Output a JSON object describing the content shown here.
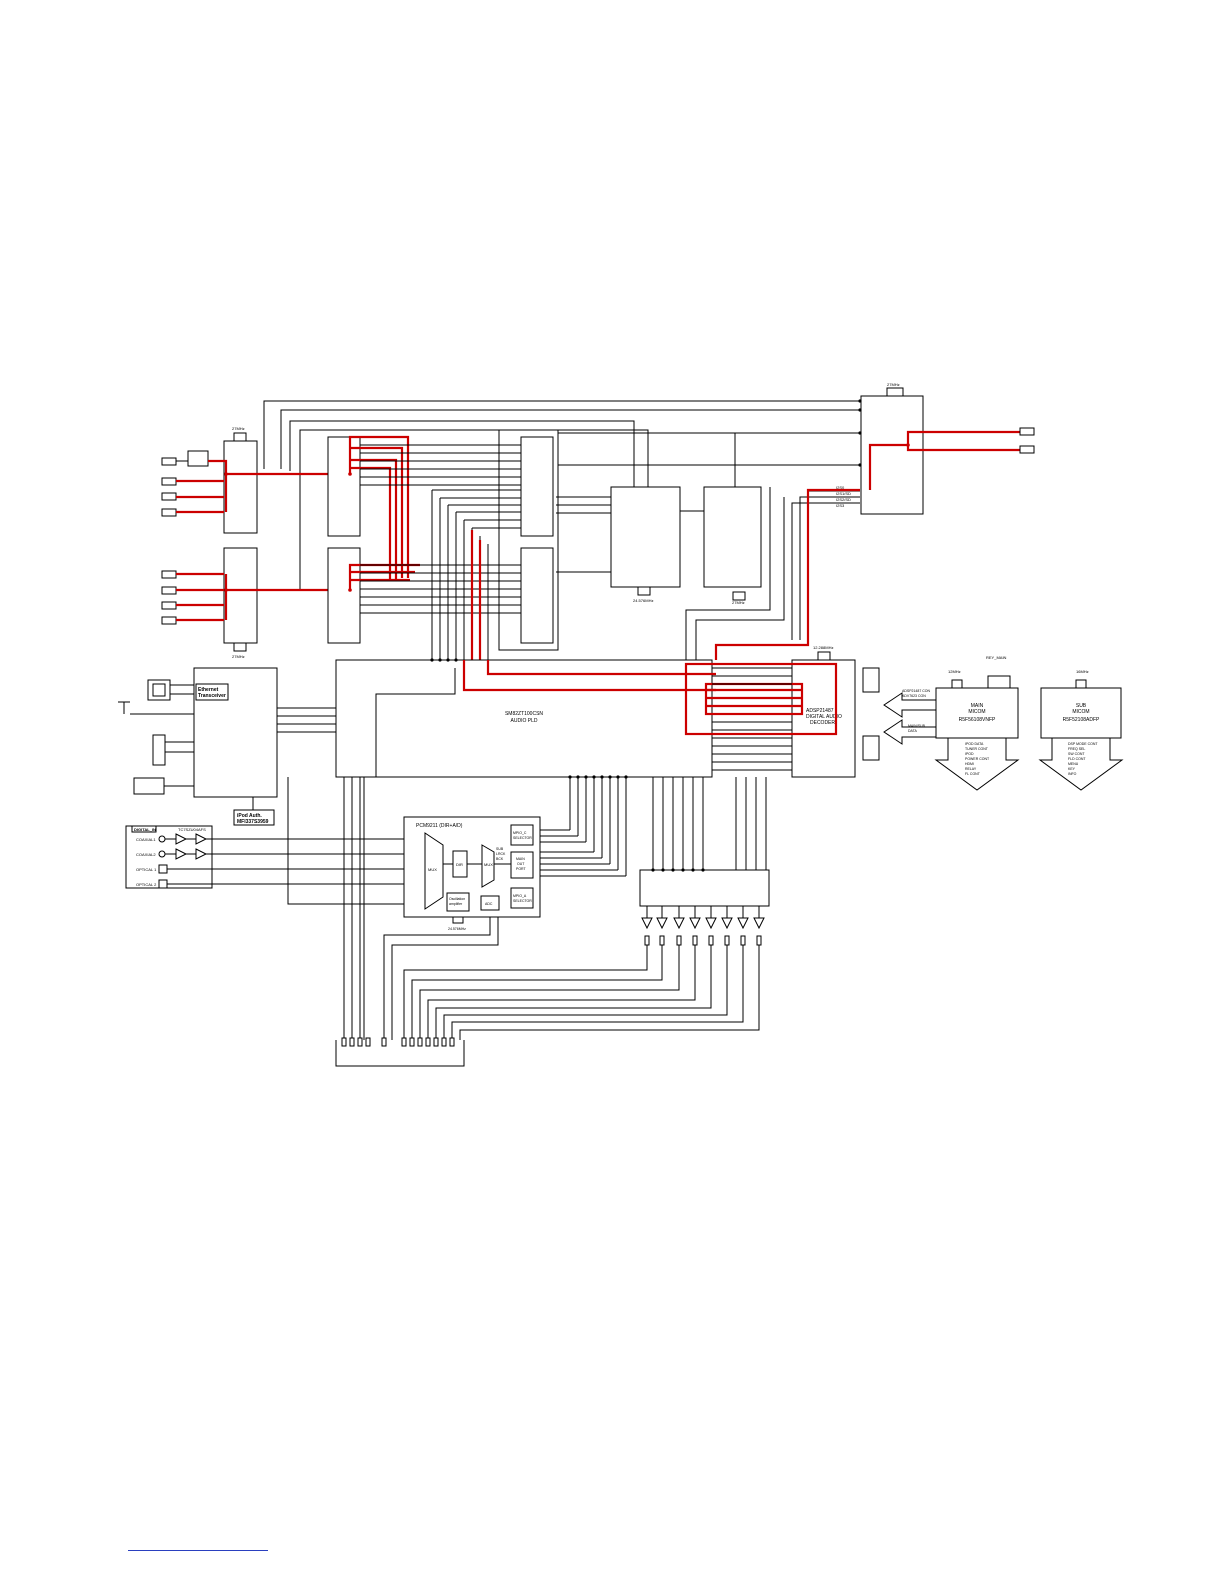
{
  "colors": {
    "signal_path": "#cc0000",
    "line": "#000000",
    "background": "#ffffff",
    "link_underline": "#2a3fbf"
  },
  "labels": {
    "pld": [
      "SM82ZT100CSN",
      "AUDIO PLD"
    ],
    "dsp": [
      "ADSP21487",
      "DIGITAL AUDIO",
      "DECODER"
    ],
    "pcm": "PCM9211 (DIR+A/D)",
    "pcm_mux": "MUX",
    "pcm_dir": "DIR",
    "pcm_mux2": "MUX",
    "pcm_sub": [
      "SUB",
      "LRCK",
      "BCK"
    ],
    "pcm_main_out": [
      "MAIN",
      "OUT",
      "PORT"
    ],
    "pcm_mpio_c": [
      "MPIO_C",
      "SELECTOR"
    ],
    "pcm_mpio_a": [
      "MPIO_A",
      "SELECTOR"
    ],
    "pcm_adc": "ADC",
    "pcm_osc": [
      "Oscillation",
      "amplifier"
    ],
    "ethernet": [
      "Ethernet",
      "Transceiver"
    ],
    "ipod": [
      "iPod Auth.",
      "MFI337S3959"
    ],
    "digital_in": "DIGITAL_IN",
    "coaxial_1": "COAXIAL1",
    "coaxial_2": "COAXIAL2",
    "optical_1": "OPTICAL 1",
    "optical_2": "OPTICAL 2",
    "tc_part": "TC7SZU04AFS",
    "main_micom": [
      "MAIN",
      "MICOM",
      "R5F56108VNFP"
    ],
    "sub_micom": [
      "SUB",
      "MICOM",
      "R5F52108ADFP"
    ],
    "main_micom_functions": [
      "IPOD DATA",
      "TUNER CONT",
      "IPOD",
      "POWER CONT",
      "HDMI",
      "RELAY",
      "FL CONT"
    ],
    "sub_micom_functions": [
      "DSP MODE CONT",
      "FREQ SEL",
      "SW CONT",
      "FLD CONT",
      "MENU",
      "KEY",
      "INFO"
    ],
    "adsp_con": [
      "ADSP21487 CON",
      "ADV7623 CON"
    ],
    "main_sub_data": [
      "MAIN/SUB",
      "DATA"
    ],
    "rey_label": "REY_MAIN",
    "crystal_labels": {
      "top_right": "27MHz",
      "left_top": "27MHz",
      "left_bottom": "27MHz",
      "mid_a": "24.576MHz",
      "mid_b": "27MHz",
      "dsp": "12.288MHz",
      "main": "12MHz",
      "sub": "16MHz",
      "pcm": "24.576MHz"
    },
    "hdmi_signals": [
      "I2S0",
      "I2S1/SD",
      "I2S2/SD",
      "I2S3"
    ]
  }
}
